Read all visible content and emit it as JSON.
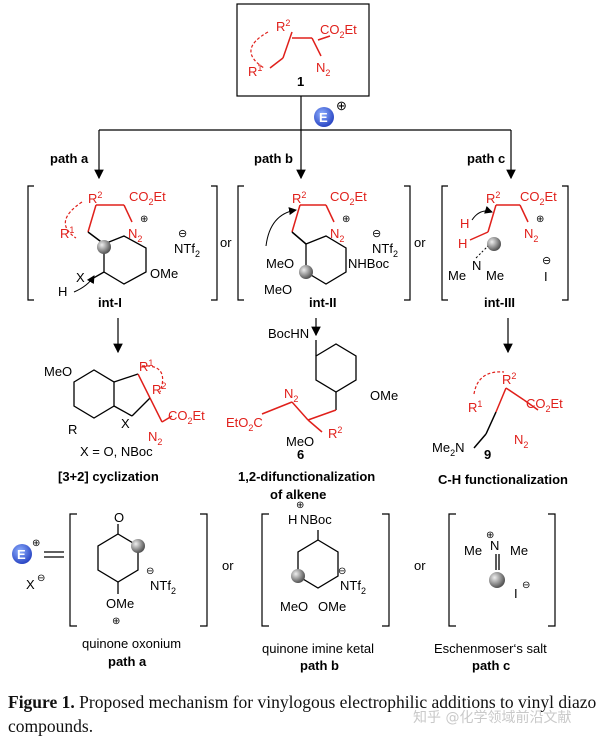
{
  "colors": {
    "accent_red": "#e0201b",
    "electrophile_blue": "#3a5fd8",
    "black": "#000000"
  },
  "top": {
    "compound_label": "1",
    "r2": "R",
    "r2_sup": "2",
    "r1": "R",
    "r1_sup": "1",
    "ester": "CO",
    "ester_sub": "2",
    "ester_tail": "Et",
    "n2": "N",
    "n2_sub": "2",
    "electrophile": "E",
    "plus": "⊕"
  },
  "paths": {
    "a": "path a",
    "b": "path b",
    "c": "path c"
  },
  "or_label": "or",
  "intermediates": {
    "a": {
      "label": "int-I",
      "counter": "NTf",
      "counter_sub": "2",
      "ome": "OMe",
      "x": "X",
      "h": "H"
    },
    "b": {
      "label": "int-II",
      "counter": "NTf",
      "counter_sub": "2",
      "meo1": "MeO",
      "meo2": "MeO",
      "nhboc": "NHBoc"
    },
    "c": {
      "label": "int-III",
      "counter": "I",
      "nme": "Me",
      "nme2": "N",
      "nme3": "Me",
      "h": "H"
    }
  },
  "products": {
    "a": {
      "meo": "MeO",
      "r": "R",
      "x": "X",
      "cond": "X = O, NBoc",
      "title": "[3+2] cyclization"
    },
    "b": {
      "number": "6",
      "bochn": "BocHN",
      "ome": "OMe",
      "meo": "MeO",
      "title_1": "1,2-difunctionalization",
      "title_2": "of alkene"
    },
    "c": {
      "number": "9",
      "me2n": "Me",
      "me2n_sub": "2",
      "me2n_n": "N",
      "title": "C-H functionalization"
    }
  },
  "legend": {
    "e": "E",
    "x": "X",
    "a": {
      "o": "O",
      "ome": "OMe",
      "counter": "NTf",
      "counter_sub": "2",
      "name": "quinone oxonium",
      "path": "path a"
    },
    "b": {
      "h": "H",
      "nboc": "NBoc",
      "counter": "NTf",
      "counter_sub": "2",
      "meo": "MeO",
      "ome": "OMe",
      "name": "quinone imine ketal",
      "path": "path b"
    },
    "c": {
      "me1": "Me",
      "n": "N",
      "me2": "Me",
      "i": "I",
      "name": "Eschenmoser‘s salt",
      "path": "path c"
    }
  },
  "caption": {
    "label": "Figure 1.",
    "text": " Proposed mechanism for vinylogous electrophilic additions to vinyl diazo compounds."
  },
  "watermark": "知乎 @化学领域前沿文献"
}
